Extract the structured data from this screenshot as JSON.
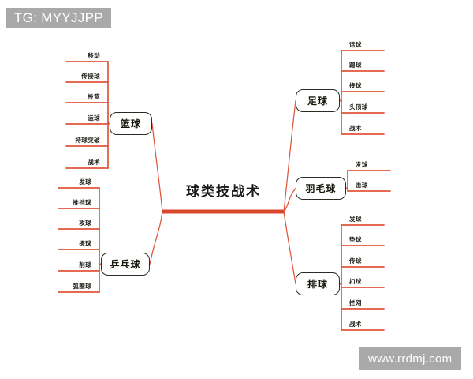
{
  "watermarks": {
    "top_left": "TG: MYYJJPP",
    "bottom_right": "www.rrdmj.com"
  },
  "colors": {
    "branch": "#e0563a",
    "trunk": "#d9462c",
    "node_border": "#2b2b22",
    "text": "#17170f",
    "watermark_bg": "#a9a9a9",
    "background": "#ffffff"
  },
  "mindmap": {
    "root": {
      "label": "球类技战术"
    },
    "branches": [
      {
        "id": "basketball",
        "label": "篮球",
        "side": "left",
        "leaves": [
          {
            "label": "移动"
          },
          {
            "label": "传接球"
          },
          {
            "label": "投篮"
          },
          {
            "label": "运球"
          },
          {
            "label": "持球突破"
          },
          {
            "label": "战术"
          }
        ]
      },
      {
        "id": "table-tennis",
        "label": "乒乓球",
        "side": "left",
        "leaves": [
          {
            "label": "发球"
          },
          {
            "label": "推挡球"
          },
          {
            "label": "攻球"
          },
          {
            "label": "搓球"
          },
          {
            "label": "削球"
          },
          {
            "label": "弧圈球"
          }
        ]
      },
      {
        "id": "football",
        "label": "足球",
        "side": "right",
        "leaves": [
          {
            "label": "运球"
          },
          {
            "label": "踢球"
          },
          {
            "label": "接球"
          },
          {
            "label": "头顶球"
          },
          {
            "label": "战术"
          }
        ]
      },
      {
        "id": "badminton",
        "label": "羽毛球",
        "side": "right",
        "leaves": [
          {
            "label": "发球"
          },
          {
            "label": "击球"
          }
        ]
      },
      {
        "id": "volleyball",
        "label": "排球",
        "side": "right",
        "leaves": [
          {
            "label": "发球"
          },
          {
            "label": "垫球"
          },
          {
            "label": "传球"
          },
          {
            "label": "扣球"
          },
          {
            "label": "拦网"
          },
          {
            "label": "战术"
          }
        ]
      }
    ]
  }
}
